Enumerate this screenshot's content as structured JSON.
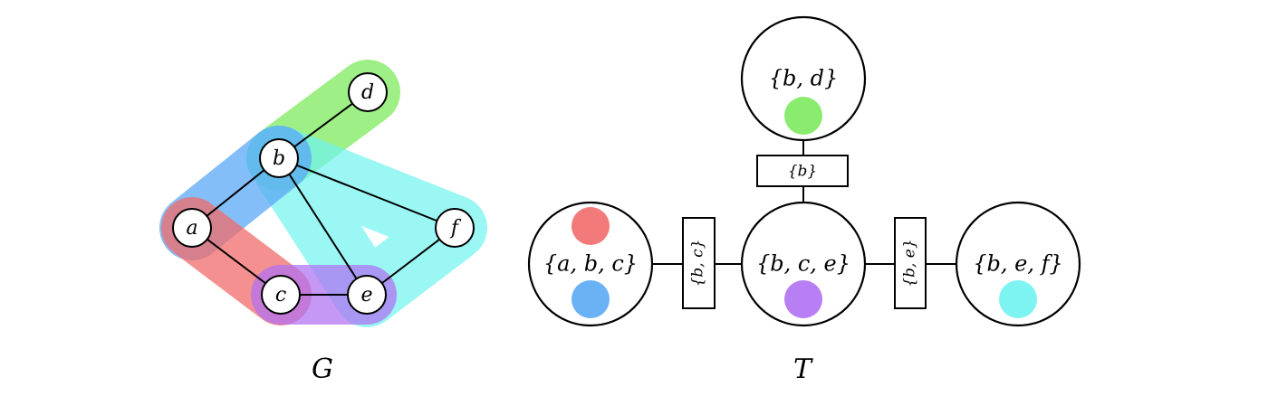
{
  "colors": {
    "red": "#F26B6B",
    "blue": "#5AA8F5",
    "green": "#7DEA5E",
    "cyan": "#6FF3F0",
    "purple": "#B070F2"
  },
  "graph": {
    "caption": "G",
    "vertices": {
      "a": "a",
      "b": "b",
      "c": "c",
      "d": "d",
      "e": "e",
      "f": "f"
    },
    "edges": [
      [
        "b",
        "d"
      ],
      [
        "a",
        "b"
      ],
      [
        "b",
        "e"
      ],
      [
        "b",
        "f"
      ],
      [
        "a",
        "c"
      ],
      [
        "c",
        "e"
      ],
      [
        "e",
        "f"
      ]
    ],
    "hyperedges": [
      {
        "vertices": [
          "b",
          "d"
        ],
        "color": "green"
      },
      {
        "vertices": [
          "a",
          "b"
        ],
        "color": "blue"
      },
      {
        "vertices": [
          "a",
          "c"
        ],
        "color": "red"
      },
      {
        "vertices": [
          "c",
          "e"
        ],
        "color": "purple"
      },
      {
        "vertices": [
          "b",
          "e",
          "f"
        ],
        "color": "cyan"
      }
    ]
  },
  "tree": {
    "caption": "T",
    "bags": {
      "bd": {
        "label": "{b, d}",
        "colors": [
          "green"
        ]
      },
      "abc": {
        "label": "{a, b, c}",
        "colors": [
          "red",
          "blue"
        ]
      },
      "bce": {
        "label": "{b, c, e}",
        "colors": [
          "purple"
        ]
      },
      "bef": {
        "label": "{b, e, f}",
        "colors": [
          "cyan"
        ]
      }
    },
    "separators": {
      "b": "{b}",
      "bc": "{b, c}",
      "be": "{b, e}"
    }
  }
}
